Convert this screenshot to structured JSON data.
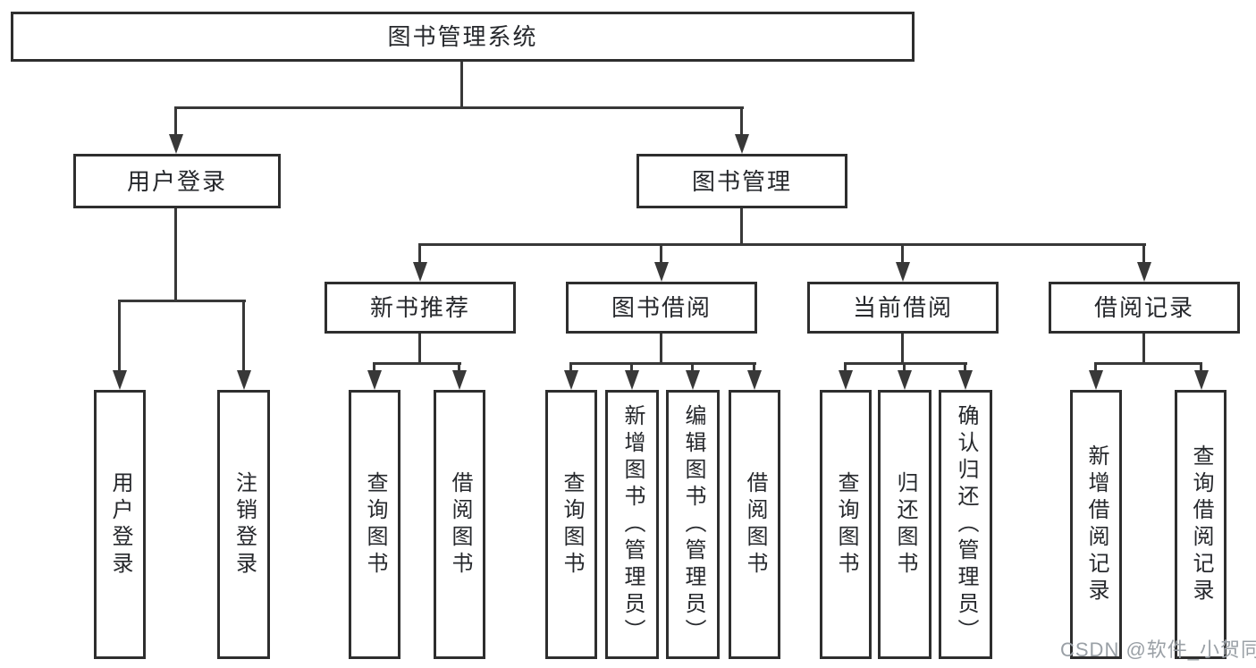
{
  "diagram": {
    "root": "图书管理系统",
    "level2": [
      "用户登录",
      "图书管理"
    ],
    "level3": [
      "新书推荐",
      "图书借阅",
      "当前借阅",
      "借阅记录"
    ],
    "leaves": [
      "用户登录",
      "注销登录",
      "查询图书",
      "借阅图书",
      "查询图书",
      "新增图书（管理员）",
      "编辑图书（管理员）",
      "借阅图书",
      "查询图书",
      "归还图书",
      "确认归还（管理员）",
      "新增借阅记录",
      "查询借阅记录"
    ],
    "watermark": "CSDN @软件_小贺同学",
    "colors": {
      "line": "#383838",
      "box_border": "#2e2e2e",
      "box_fill": "#ffffff",
      "text": "#26282c",
      "watermark": "#9aa0a6"
    }
  }
}
